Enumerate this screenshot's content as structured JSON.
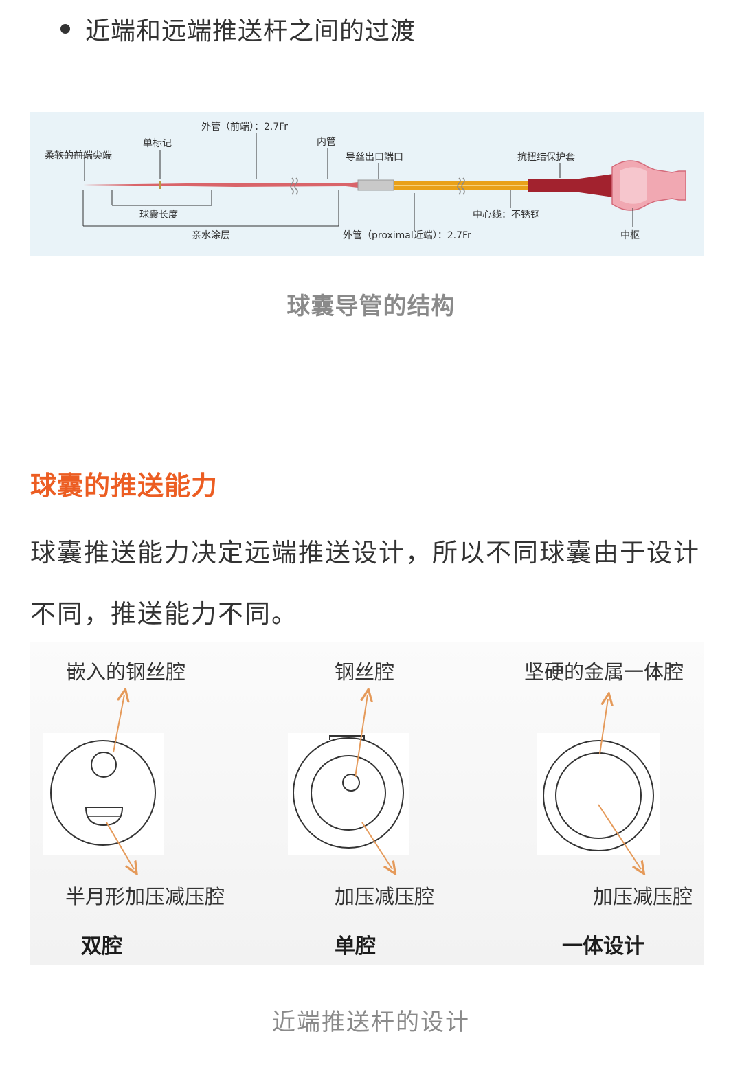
{
  "bullet": {
    "text": "近端和远端推送杆之间的过渡"
  },
  "figure1": {
    "labels": {
      "tip": "柔软的前端尖端",
      "marker": "单标记",
      "outer_front": "外管（前端）：2.7Fr",
      "inner": "内管",
      "guidewire_exit": "导丝出口端口",
      "strain_relief": "抗扭结保护套",
      "balloon_length": "球囊长度",
      "hydrophilic": "亲水涂层",
      "outer_proximal": "外管（proximal近端）：2.7Fr",
      "core_wire": "中心线：不锈钢",
      "hub": "中枢"
    },
    "caption": "球囊导管的结构"
  },
  "section": {
    "heading": "球囊的推送能力",
    "paragraph": "球囊推送能力决定远端推送设计，所以不同球囊由于设计不同，推送能力不同。"
  },
  "figure2": {
    "panels": [
      {
        "top_label": "嵌入的钢丝腔",
        "bottom_label": "半月形加压减压腔",
        "name": "双腔"
      },
      {
        "top_label": "钢丝腔",
        "bottom_label": "加压减压腔",
        "name": "单腔"
      },
      {
        "top_label": "坚硬的金属一体腔",
        "bottom_label": "加压减压腔",
        "name": "一体设计"
      }
    ],
    "caption": "近端推送杆的设计"
  },
  "colors": {
    "heading": "#ec5d22",
    "arrow": "#e59a5a",
    "catheter_red": "#d44a55",
    "catheter_orange": "#e9a11a"
  }
}
